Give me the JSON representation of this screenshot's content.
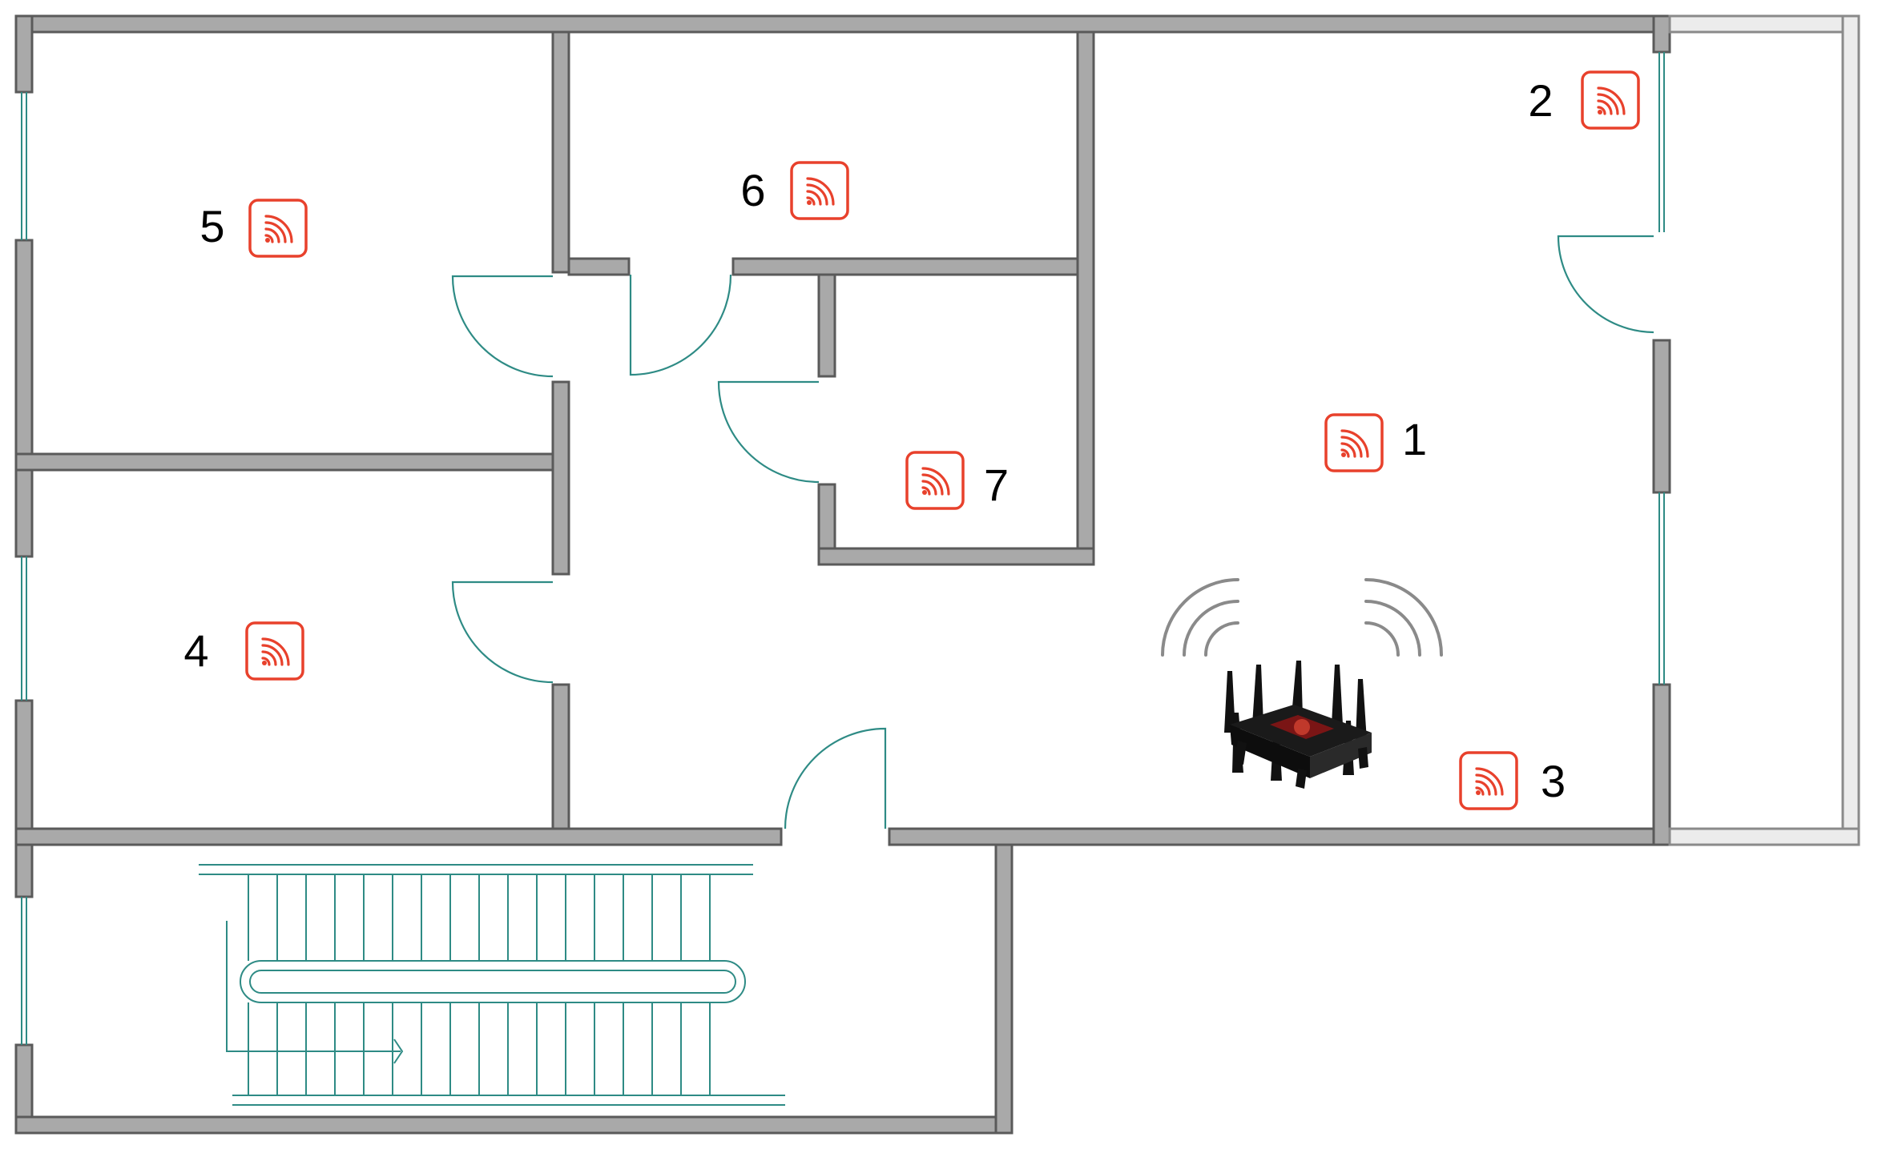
{
  "access_points": [
    {
      "label": "1",
      "icon": "wifi-signal-icon"
    },
    {
      "label": "2",
      "icon": "wifi-signal-icon"
    },
    {
      "label": "3",
      "icon": "wifi-signal-icon"
    },
    {
      "label": "4",
      "icon": "wifi-signal-icon"
    },
    {
      "label": "5",
      "icon": "wifi-signal-icon"
    },
    {
      "label": "6",
      "icon": "wifi-signal-icon"
    },
    {
      "label": "7",
      "icon": "wifi-signal-icon"
    }
  ],
  "router": {
    "icon": "router-icon"
  },
  "colors": {
    "wall": "#a9a9a9",
    "wall_outline": "#5a5a5a",
    "door": "#2e8b85",
    "access_point": "#e8412c",
    "signal_wave": "#8a8a8a"
  }
}
